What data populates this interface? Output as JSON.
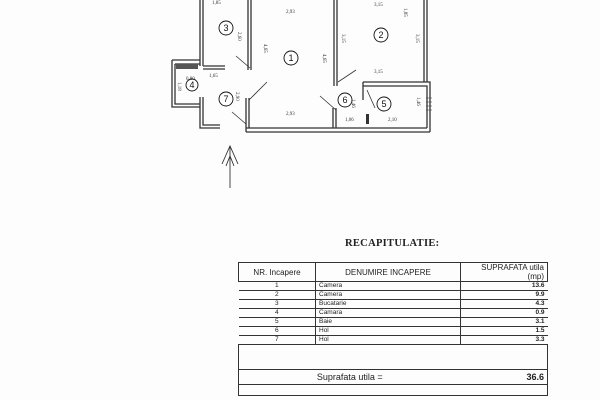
{
  "plan": {
    "rooms": [
      "1",
      "2",
      "3",
      "4",
      "5",
      "6",
      "7"
    ],
    "dimensions": [
      "1,85",
      "2,93",
      "3,15",
      "2,60",
      "4,65",
      "3,15",
      "3,15",
      "4,65",
      "1,65",
      "3,15",
      "1,85",
      "2,90",
      "1,46",
      "2,93",
      "1,06",
      "2,10",
      "1,46",
      "0,80",
      "1,18"
    ]
  },
  "recap": {
    "title": "RECAPITULATIE:",
    "headers": {
      "nr": "NR. Incapere",
      "name": "DENUMIRE INCAPERE",
      "area": "SUPRAFATA utila (mp)"
    },
    "rows": [
      {
        "nr": "1",
        "name": "Camera",
        "area": "13.6"
      },
      {
        "nr": "2",
        "name": "Camera",
        "area": "9.9"
      },
      {
        "nr": "3",
        "name": "Bucatarie",
        "area": "4.3"
      },
      {
        "nr": "4",
        "name": "Camara",
        "area": "0.9"
      },
      {
        "nr": "5",
        "name": "Baie",
        "area": "3.1"
      },
      {
        "nr": "6",
        "name": "Hol",
        "area": "1.5"
      },
      {
        "nr": "7",
        "name": "Hol",
        "area": "3.3"
      }
    ],
    "total_label": "Suprafata utila =",
    "total_value": "36.6"
  }
}
